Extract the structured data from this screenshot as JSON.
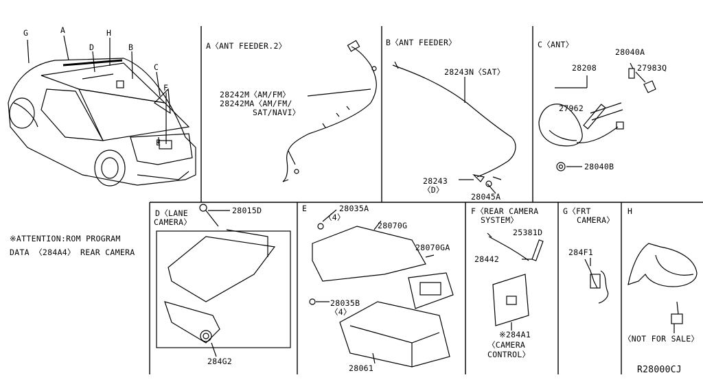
{
  "vehicle": {
    "callouts": [
      "G",
      "A",
      "H",
      "D",
      "B",
      "C",
      "F",
      "E"
    ]
  },
  "sections": {
    "A": {
      "title": "A〈ANT FEEDER.2〉",
      "parts": [
        "28242M〈AM/FM〉",
        "28242MA〈AM/FM/",
        "SAT/NAVI〉"
      ]
    },
    "B": {
      "title": "B〈ANT FEEDER〉",
      "parts": [
        "28243N〈SAT〉",
        "28243",
        "〈D〉",
        "28045A"
      ]
    },
    "C": {
      "title": "C〈ANT〉",
      "parts": [
        "28040A",
        "28208",
        "27983Q",
        "27962",
        "28040B"
      ]
    },
    "D": {
      "title_line1": "D〈LANE",
      "title_line2": "CAMERA〉",
      "parts": [
        "28015D",
        "284G2"
      ]
    },
    "E": {
      "title": "E",
      "parts": [
        "28035A",
        "〈4〉",
        "28070G",
        "28070GA",
        "28035B",
        "〈4〉",
        "28061"
      ]
    },
    "F": {
      "title_line1": "F〈REAR CAMERA",
      "title_line2": "SYSTEM〉",
      "parts": [
        "25381D",
        "28442",
        "※284A1",
        "〈CAMERA",
        "CONTROL〉"
      ]
    },
    "G": {
      "title_line1": "G〈FRT",
      "title_line2": "CAMERA〉",
      "parts": [
        "284F1"
      ]
    },
    "H": {
      "title": "H",
      "parts": [
        "〈NOT FOR SALE〉"
      ]
    }
  },
  "note": {
    "line1": "※ATTENTION:ROM PROGRAM",
    "line2": "DATA 〈284A4〉 REAR CAMERA"
  },
  "diagram_code": "R28000CJ"
}
